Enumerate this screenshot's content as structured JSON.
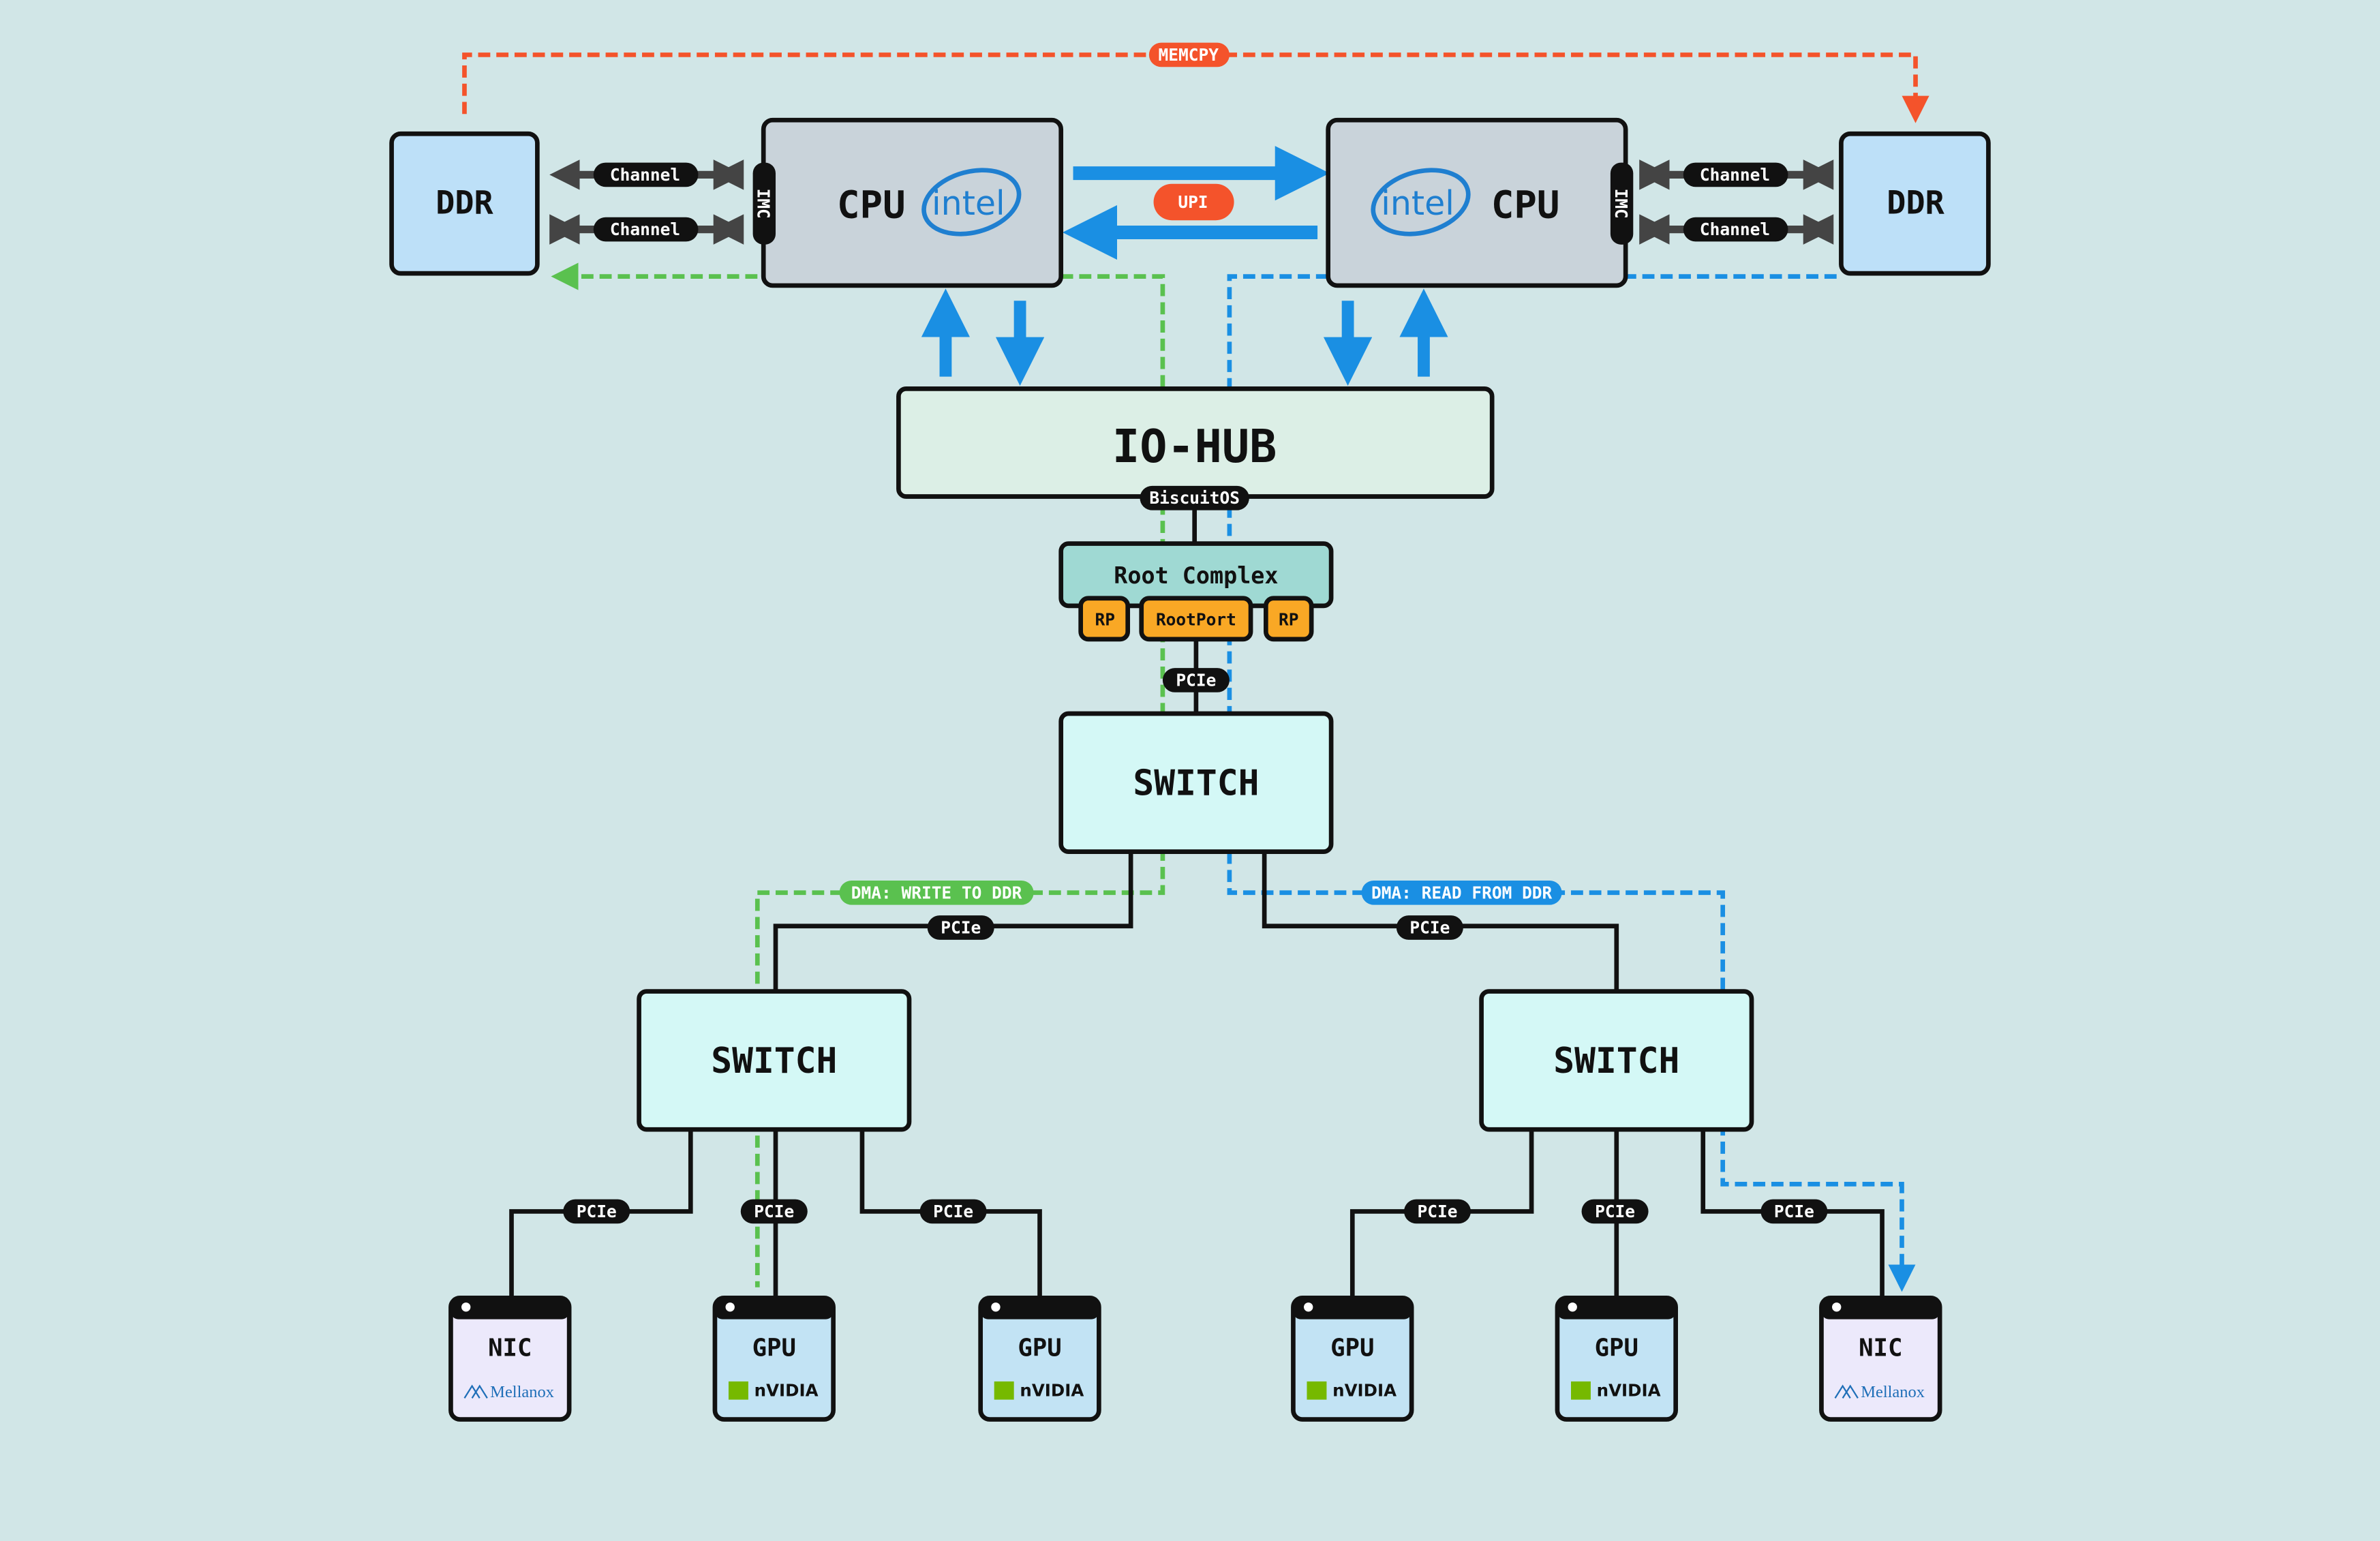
{
  "colors": {
    "background": "#d1e6e7",
    "ddr": "#bde0f8",
    "cpu": "#c9d3da",
    "io_hub": "#dcefe6",
    "root_complex": "#9fd9d3",
    "root_port": "#f9a825",
    "switch": "#d4f8f6",
    "nic": "#ece9fb",
    "gpu": "#c2e3f4",
    "upi_arrow": "#1a8fe3",
    "dma_write": "#5ac14f",
    "dma_read": "#1a8fe3",
    "memcpy": "#f4532b",
    "channel_arrow": "#444444"
  },
  "memcpy": {
    "label": "MEMCPY"
  },
  "left_socket": {
    "ddr": "DDR",
    "channels": [
      "Channel",
      "Channel"
    ],
    "imc": "IMC",
    "cpu": "CPU",
    "cpu_logo": "intel"
  },
  "right_socket": {
    "ddr": "DDR",
    "channels": [
      "Channel",
      "Channel"
    ],
    "imc": "IMC",
    "cpu": "CPU",
    "cpu_logo": "intel"
  },
  "upi": {
    "label": "UPI"
  },
  "io_hub": {
    "label": "IO-HUB",
    "tag": "BiscuitOS"
  },
  "root_complex": {
    "label": "Root Complex",
    "ports": [
      "RP",
      "RootPort",
      "RP"
    ]
  },
  "link_label": "PCIe",
  "top_switch": {
    "label": "SWITCH"
  },
  "left_switch": {
    "label": "SWITCH"
  },
  "right_switch": {
    "label": "SWITCH"
  },
  "dma_write": {
    "label": "DMA: WRITE TO DDR"
  },
  "dma_read": {
    "label": "DMA: READ FROM DDR"
  },
  "devices": [
    {
      "label": "NIC",
      "logo": "Mellanox"
    },
    {
      "label": "GPU",
      "logo": "nVIDIA"
    },
    {
      "label": "GPU",
      "logo": "nVIDIA"
    },
    {
      "label": "GPU",
      "logo": "nVIDIA"
    },
    {
      "label": "GPU",
      "logo": "nVIDIA"
    },
    {
      "label": "NIC",
      "logo": "Mellanox"
    }
  ]
}
